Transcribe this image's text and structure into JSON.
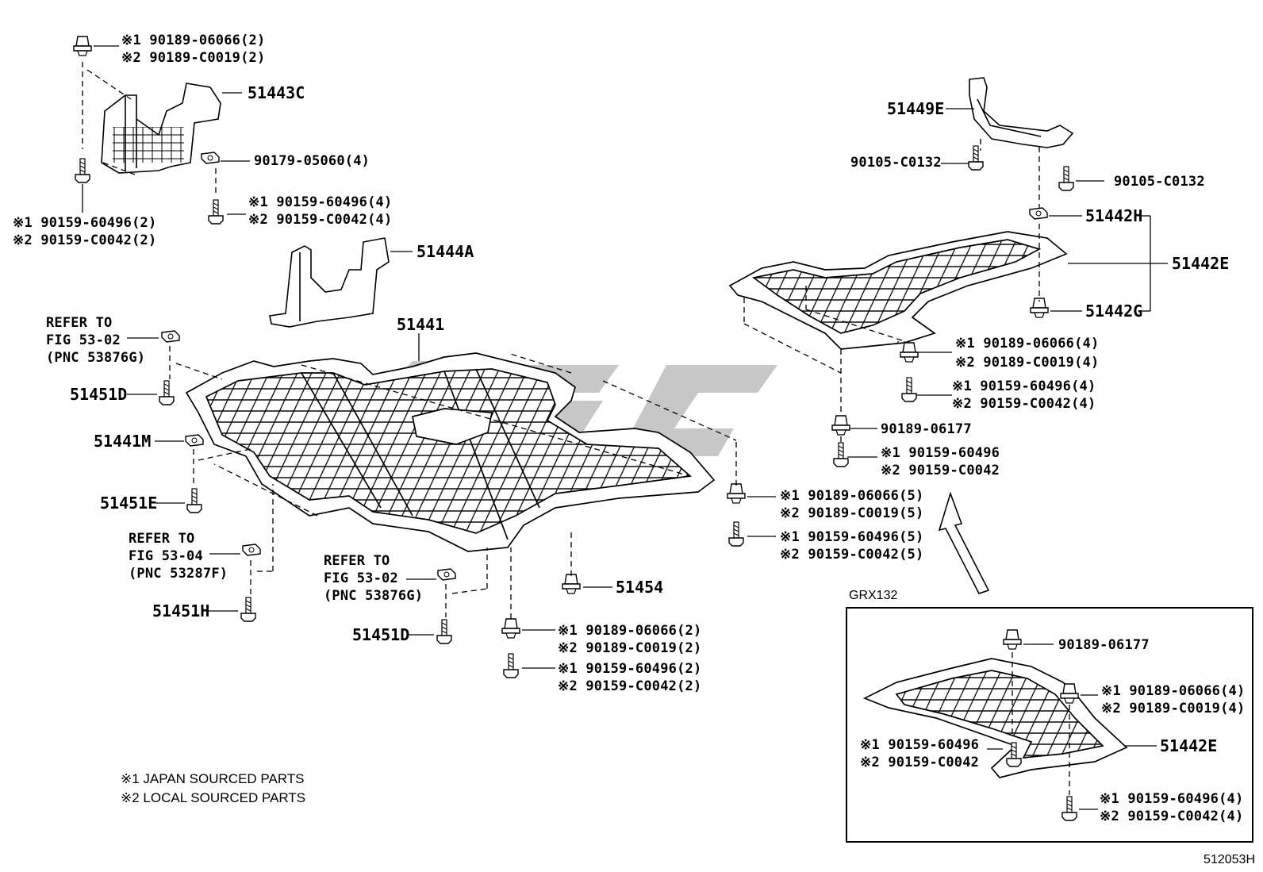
{
  "labels": {
    "p51443C": "51443C",
    "p51444A": "51444A",
    "p51441": "51441",
    "p51449E": "51449E",
    "p51442H": "51442H",
    "p51442E": "51442E",
    "p51442G": "51442G",
    "p51451D_a": "51451D",
    "p51441M": "51441M",
    "p51451E": "51451E",
    "p51451H": "51451H",
    "p51454": "51454",
    "p51451D_b": "51451D",
    "p51442E_b": "51442E"
  },
  "callouts": {
    "tl_clip_1": "※1 90189-06066(2)",
    "tl_clip_2": "※2 90189-C0019(2)",
    "tl_nut": "90179-05060(4)",
    "tl_bolt_1": "※1 90159-60496(4)",
    "tl_bolt_2": "※2 90159-C0042(4)",
    "tl_left_bolt_1": "※1 90159-60496(2)",
    "tl_left_bolt_2": "※2 90159-C0042(2)",
    "refer1_a": "REFER TO",
    "refer1_b": "FIG 53-02",
    "refer1_c": "(PNC 53876G)",
    "refer2_a": "REFER TO",
    "refer2_b": "FIG 53-04",
    "refer2_c": "(PNC 53287F)",
    "refer3_a": "REFER TO",
    "refer3_b": "FIG 53-02",
    "refer3_c": "(PNC 53876G)",
    "bot_clip_1": "※1 90189-06066(2)",
    "bot_clip_2": "※2 90189-C0019(2)",
    "bot_bolt_1": "※1 90159-60496(2)",
    "bot_bolt_2": "※2 90159-C0042(2)",
    "mid_clip_1": "※1 90189-06066(5)",
    "mid_clip_2": "※2  90189-C0019(5)",
    "mid_bolt_1": "※1 90159-60496(5)",
    "mid_bolt_2": "※2 90159-C0042(5)",
    "tr_bolt_a": "90105-C0132",
    "tr_bolt_b": "90105-C0132",
    "tr_clip_1": "※1 90189-06066(4)",
    "tr_clip_2": "※2  90189-C0019(4)",
    "tr_bolt_1": "※1 90159-60496(4)",
    "tr_bolt_2": "※2 90159-C0042(4)",
    "tr_pin": "90189-06177",
    "tr_bolt3_1": "※1 90159-60496",
    "tr_bolt3_2": "※2 90159-C0042",
    "inset_pin": "90189-06177",
    "inset_clip_1": "※1 90189-06066(4)",
    "inset_clip_2": "※2 90189-C0019(4)",
    "inset_bolt_l1": "※1 90159-60496",
    "inset_bolt_l2": "※2 90159-C0042",
    "inset_bolt_r1": "※1 90159-60496(4)",
    "inset_bolt_r2": "※2 90159-C0042(4)"
  },
  "notes": {
    "n1": "※1 JAPAN SOURCED PARTS",
    "n2": "※2 LOCAL SOURCED PARTS"
  },
  "inset_title": "GRX132",
  "diagram_code": "512053H",
  "watermark": "LSC"
}
